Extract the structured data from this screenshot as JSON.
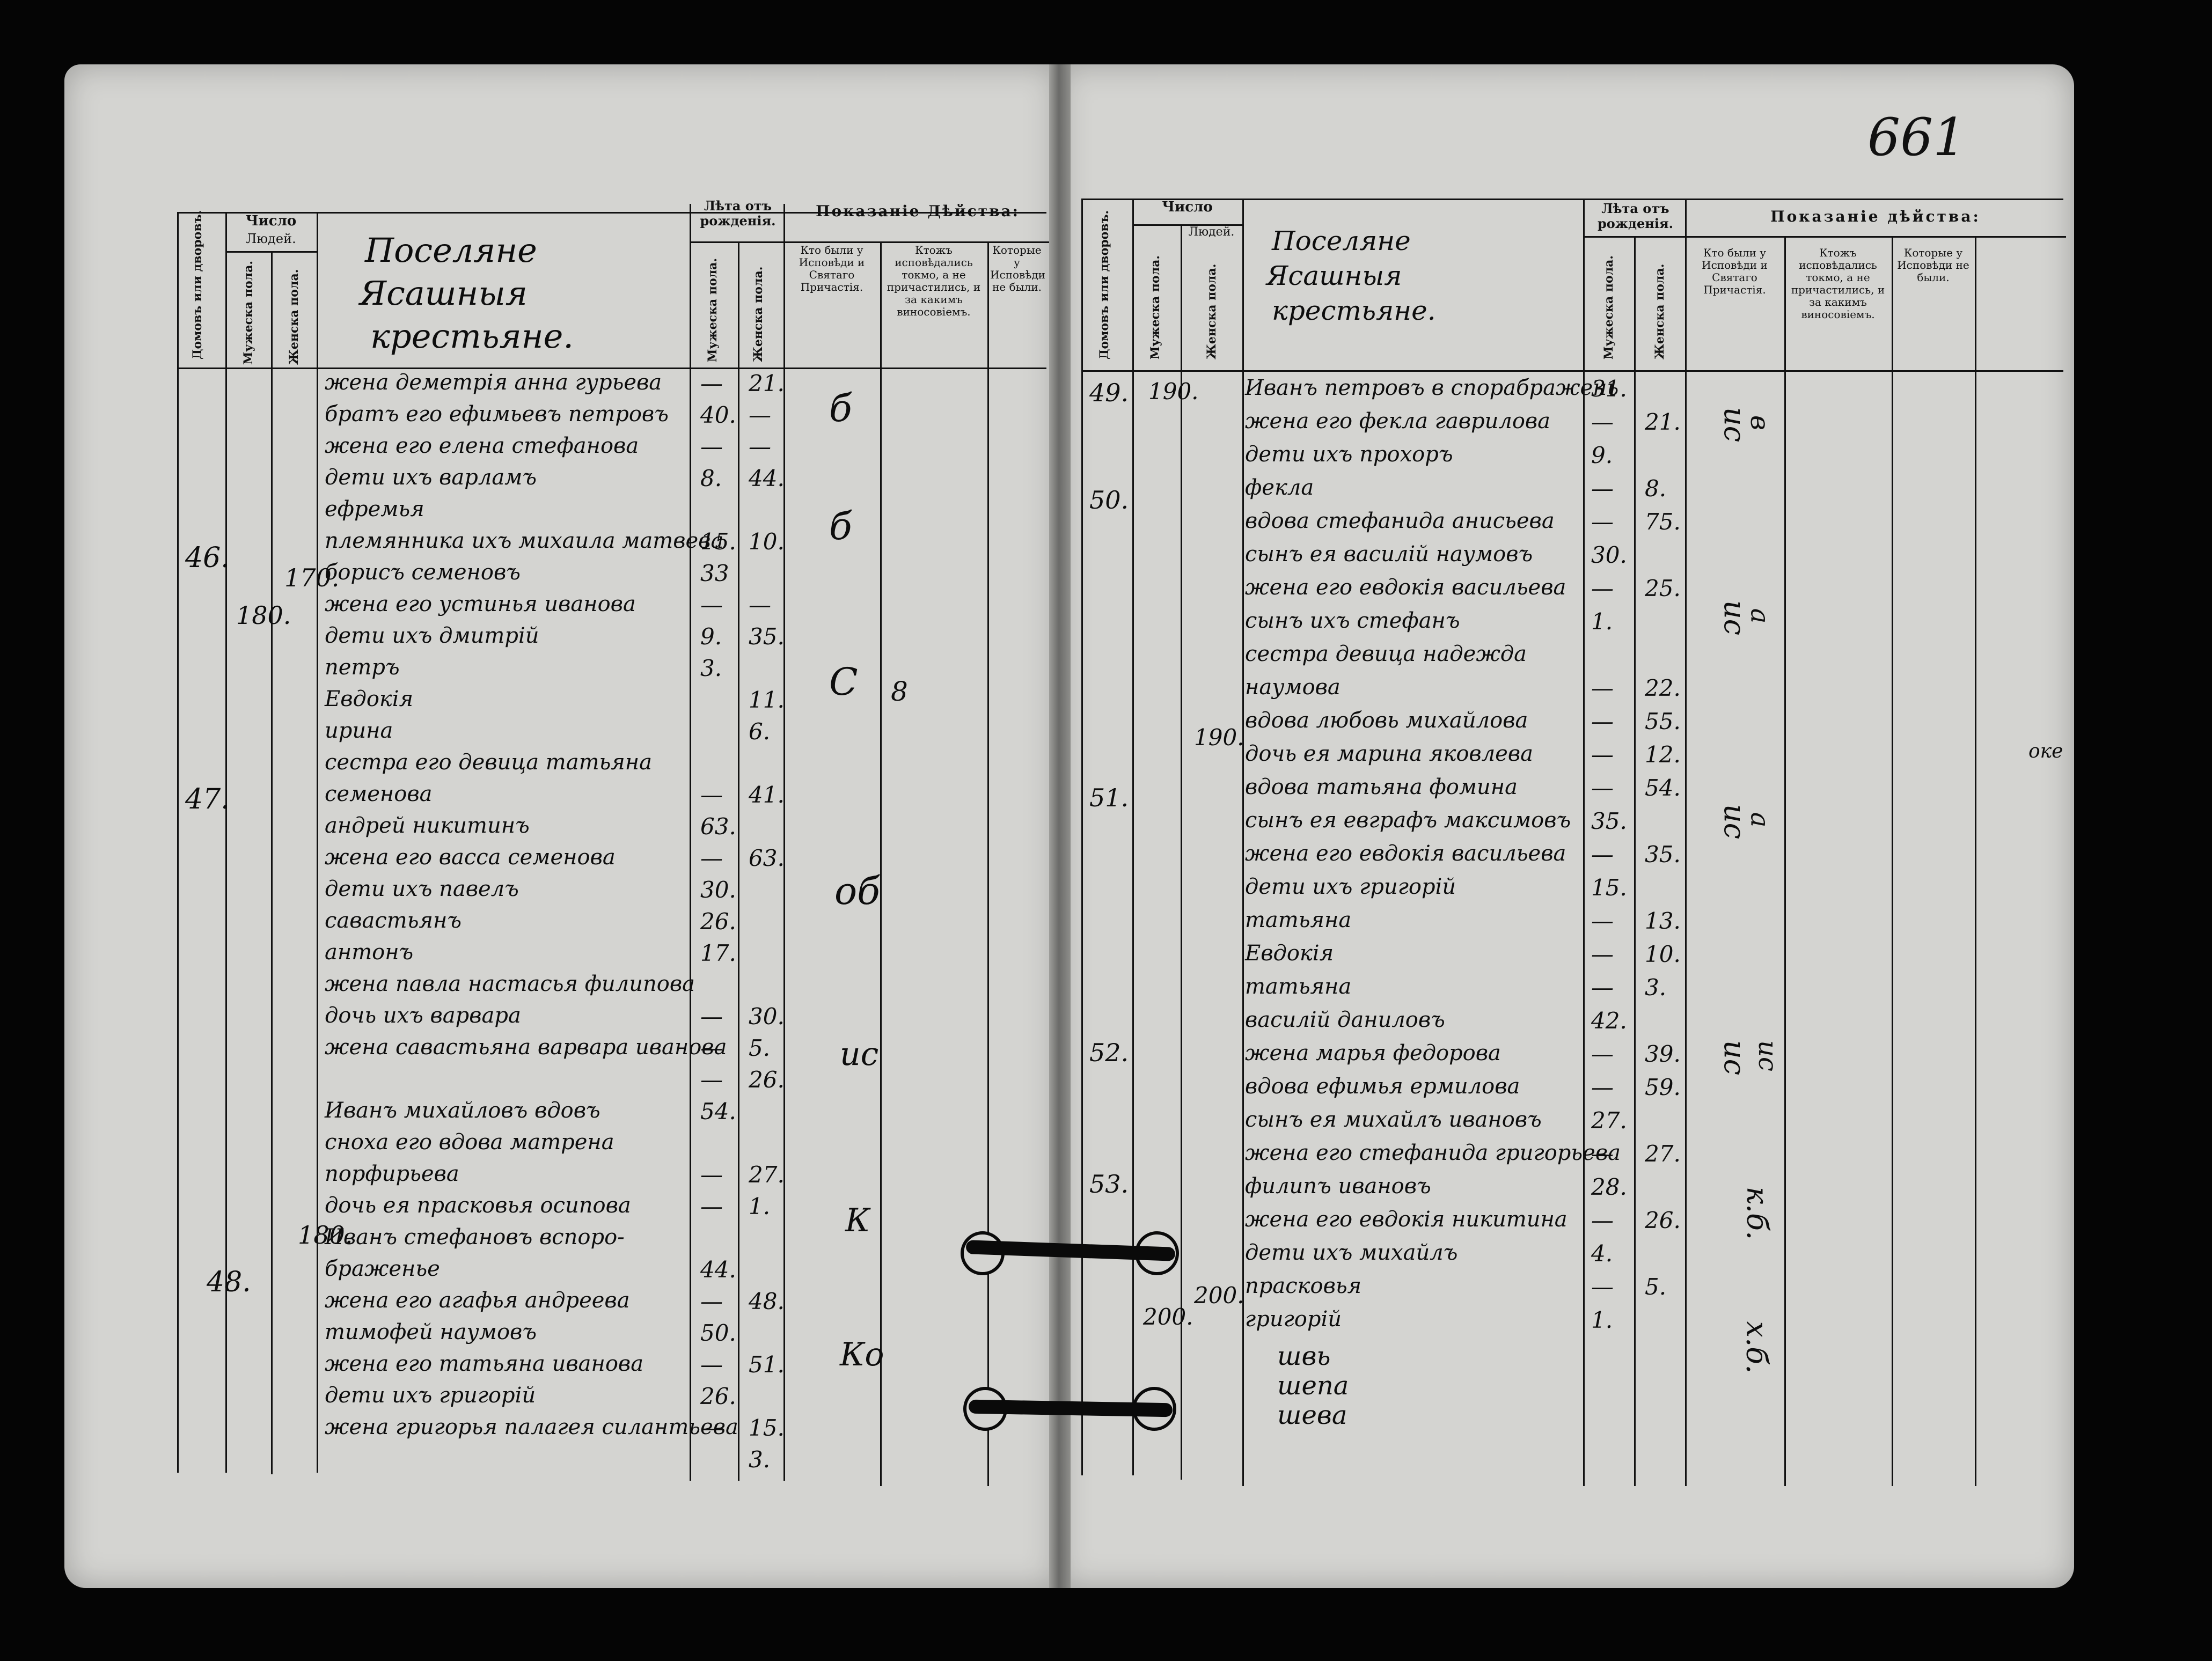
{
  "folio": "661",
  "headers": {
    "chislo": "Число",
    "lyudei": "Людей.",
    "domov": "Домовъ или дворовъ.",
    "muzh": "Мужеска пола.",
    "zhen": "Женска пола.",
    "leta": "Лѣта отъ рожденія.",
    "leta_right": "Лѣта отъ рожденія.",
    "pokazanie": "Показаніе Дѣйства:",
    "pokazanie_right": "Показаніе дѣйства:",
    "kto_byli": "Кто были у Исповѣди и Святаго Причастія.",
    "kto_zh": "Ктожъ исповѣдались токмо, а не причастились, и за какимъ виносовіемъ.",
    "kotorye": "Которые у Исповѣди не были."
  },
  "left_page": {
    "heading": [
      "Поселяне",
      "Ясашныя",
      "крестьяне."
    ],
    "entries": [
      {
        "name": "жена деметрія анна гурьева",
        "m": "—",
        "f": "21."
      },
      {
        "name": "братъ его ефимьевъ петровъ",
        "m": "40.",
        "f": "—"
      },
      {
        "name": "жена его елена стефанова",
        "m": "—",
        "f": "—"
      },
      {
        "name": "дети ихъ варламъ",
        "m": "8.",
        "f": "44."
      },
      {
        "name": "ефремья",
        "m": "",
        "f": ""
      },
      {
        "name": "племянника ихъ михаила матвева",
        "m": "15.",
        "f": "10."
      },
      {
        "name": "борисъ семеновъ",
        "m": "33",
        "f": ""
      },
      {
        "name": "жена его устинья иванова",
        "m": "—",
        "f": "—"
      },
      {
        "name": "дети ихъ дмитрiй",
        "m": "9.",
        "f": "35."
      },
      {
        "name": "петръ",
        "m": "3.",
        "f": ""
      },
      {
        "name": "Евдокія",
        "m": "",
        "f": "11."
      },
      {
        "name": "ирина",
        "m": "",
        "f": "6."
      },
      {
        "name": "сестра его девица татьяна",
        "m": "",
        "f": ""
      },
      {
        "name": "семенова",
        "m": "—",
        "f": "41."
      },
      {
        "name": "андрей никитинъ",
        "m": "63.",
        "f": ""
      },
      {
        "name": "жена его васса семенова",
        "m": "—",
        "f": "63."
      },
      {
        "name": "дети ихъ павелъ",
        "m": "30.",
        "f": ""
      },
      {
        "name": "савастьянъ",
        "m": "26.",
        "f": ""
      },
      {
        "name": "антонъ",
        "m": "17.",
        "f": ""
      },
      {
        "name": "жена павла настасья филипова",
        "m": "",
        "f": ""
      },
      {
        "name": "дочь ихъ варвара",
        "m": "—",
        "f": "30."
      },
      {
        "name": "жена савастьяна варвара иванова",
        "m": "—",
        "f": "5."
      },
      {
        "name": "",
        "m": "—",
        "f": "26."
      },
      {
        "name": "Иванъ михайловъ вдовъ",
        "m": "54.",
        "f": ""
      },
      {
        "name": "сноха его вдова матрена",
        "m": "",
        "f": ""
      },
      {
        "name": "порфирьева",
        "m": "—",
        "f": "27."
      },
      {
        "name": "дочь ея прасковья осипова",
        "m": "—",
        "f": "1."
      },
      {
        "name": "Иванъ стефановъ вспоро-",
        "m": "",
        "f": ""
      },
      {
        "name": "браженье",
        "m": "44.",
        "f": ""
      },
      {
        "name": "жена его агафья андреева",
        "m": "—",
        "f": "48."
      },
      {
        "name": "тимофей наумовъ",
        "m": "50.",
        "f": ""
      },
      {
        "name": "жена его татьяна иванова",
        "m": "—",
        "f": "51."
      },
      {
        "name": "дети ихъ григорiй",
        "m": "26.",
        "f": ""
      },
      {
        "name": "жена григорья палагея силантьева",
        "m": "—",
        "f": "15."
      },
      {
        "name": "",
        "m": "",
        "f": "3."
      }
    ],
    "houses": [
      "46.",
      "47.",
      "48."
    ],
    "counts": [
      "170.",
      "180.",
      "180."
    ],
    "marks": [
      "б",
      "б",
      "С",
      "8",
      "об",
      "ис",
      "К",
      "Ко"
    ]
  },
  "right_page": {
    "heading": [
      "Поселяне",
      "Ясашныя",
      "крестьяне."
    ],
    "entries": [
      {
        "name": "Иванъ петровъ в спорабражень",
        "m": "31.",
        "f": ""
      },
      {
        "name": "жена его фекла гаврилова",
        "m": "—",
        "f": "21."
      },
      {
        "name": "дети ихъ прохоръ",
        "m": "9.",
        "f": ""
      },
      {
        "name": "фекла",
        "m": "—",
        "f": "8."
      },
      {
        "name": "вдова стефанида анисьева",
        "m": "—",
        "f": "75."
      },
      {
        "name": "сынъ ея василiй наумовъ",
        "m": "30.",
        "f": ""
      },
      {
        "name": "жена его евдокія васильева",
        "m": "—",
        "f": "25."
      },
      {
        "name": "сынъ ихъ стефанъ",
        "m": "1.",
        "f": ""
      },
      {
        "name": "сестра девица надежда",
        "m": "",
        "f": ""
      },
      {
        "name": "наумова",
        "m": "—",
        "f": "22."
      },
      {
        "name": "вдова любовь михайлова",
        "m": "—",
        "f": "55."
      },
      {
        "name": "дочь ея марина яковлева",
        "m": "—",
        "f": "12."
      },
      {
        "name": "вдова татьяна фомина",
        "m": "—",
        "f": "54."
      },
      {
        "name": "сынъ ея евграфъ максимовъ",
        "m": "35.",
        "f": ""
      },
      {
        "name": "жена его евдокія васильева",
        "m": "—",
        "f": "35."
      },
      {
        "name": "дети ихъ григорiй",
        "m": "15.",
        "f": ""
      },
      {
        "name": "татьяна",
        "m": "—",
        "f": "13."
      },
      {
        "name": "Евдокія",
        "m": "—",
        "f": "10."
      },
      {
        "name": "татьяна",
        "m": "—",
        "f": "3."
      },
      {
        "name": "василiй даниловъ",
        "m": "42.",
        "f": ""
      },
      {
        "name": "жена марья федорова",
        "m": "—",
        "f": "39."
      },
      {
        "name": "вдова ефимья ермилова",
        "m": "—",
        "f": "59."
      },
      {
        "name": "сынъ ея михайлъ ивановъ",
        "m": "27.",
        "f": ""
      },
      {
        "name": "жена его стефанида григорьева",
        "m": "—",
        "f": "27."
      },
      {
        "name": "филипъ ивановъ",
        "m": "28.",
        "f": ""
      },
      {
        "name": "жена его евдокія никитина",
        "m": "—",
        "f": "26."
      },
      {
        "name": "дети ихъ михайлъ",
        "m": "4.",
        "f": ""
      },
      {
        "name": "прасковья",
        "m": "—",
        "f": "5."
      },
      {
        "name": "григорiй",
        "m": "1.",
        "f": ""
      }
    ],
    "houses": [
      "49.",
      "50.",
      "51.",
      "52.",
      "53."
    ],
    "counts": [
      "190.",
      "190.",
      "200.",
      "200."
    ],
    "footer": [
      "швь",
      "шепа",
      "шева"
    ],
    "marks": [
      "ис",
      "в",
      "ис",
      "а",
      "ис",
      "а",
      "ис",
      "ис",
      "к.б.",
      "х.б."
    ],
    "margin_note": "оке"
  }
}
